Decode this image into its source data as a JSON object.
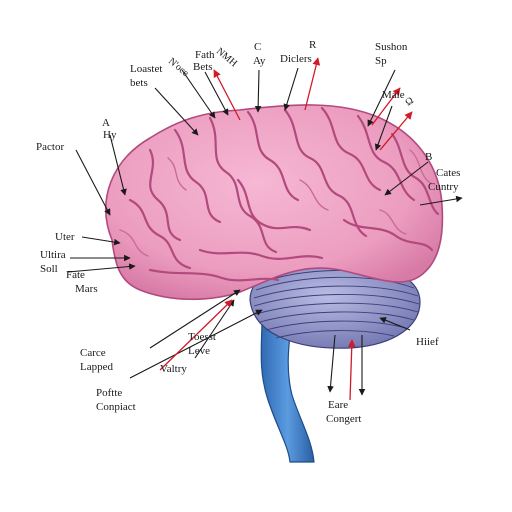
{
  "labels": {
    "loastet": "Loastet",
    "bets": "bets",
    "n_rock": "N'oce",
    "fath": "Fath",
    "bets2": "Bets",
    "nmh": "NMH",
    "c": "C",
    "ay": "Ay",
    "diclers": "Diclers",
    "r": "R",
    "sushon": "Sushon",
    "sp": "Sp",
    "male": "Male",
    "slash": "Ω",
    "a": "A",
    "hy": "Hy",
    "pactor": "Pactor",
    "b": "B",
    "cates": "Cates",
    "cuntry": "Cuntry",
    "uter": "Uter",
    "ultira": "Ultira",
    "soll": "Soll",
    "fate": "Fate",
    "mars": "Mars",
    "hiief": "Hiief",
    "toesst": "Toesst",
    "leve": "Leve",
    "carce": "Carce",
    "lapped": "Lapped",
    "valtry": "Valtry",
    "eare": "Eare",
    "congert": "Congert",
    "pottte": "Poftte",
    "compact": "Conpiact"
  },
  "colors": {
    "cortex": "#ec9dc0",
    "cortex_shadow": "#d77aa6",
    "cerebellum": "#8a8fc4",
    "brainstem": "#3f7fc9",
    "arrow_red": "#d11a2a",
    "arrow_black": "#1a1a1a"
  }
}
